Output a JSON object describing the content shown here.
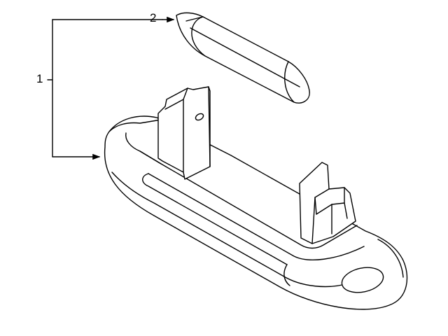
{
  "diagram": {
    "callouts": [
      {
        "number": "1",
        "part": "license-lamp-assembly"
      },
      {
        "number": "2",
        "part": "bulb"
      }
    ],
    "colors": {
      "line": "#000000",
      "background": "#ffffff"
    }
  }
}
